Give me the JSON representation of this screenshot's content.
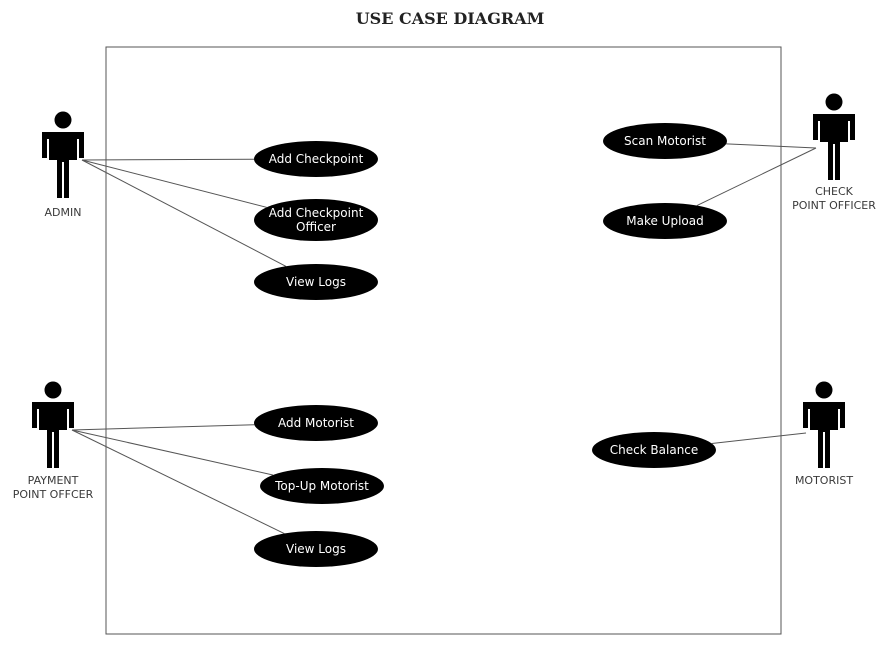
{
  "title": "USE CASE DIAGRAM",
  "colors": {
    "actor": "#000000",
    "use_case_fill": "#000000",
    "use_case_text": "#ffffff",
    "line": "#555555",
    "boundary": "#555555"
  },
  "actors": [
    {
      "id": "admin",
      "icon": "person-icon",
      "label_lines": [
        "ADMIN"
      ]
    },
    {
      "id": "payment",
      "icon": "person-icon",
      "label_lines": [
        "PAYMENT",
        "POINT OFFCER"
      ]
    },
    {
      "id": "checkpoint",
      "icon": "person-icon",
      "label_lines": [
        "CHECK",
        "POINT OFFICER"
      ]
    },
    {
      "id": "motorist",
      "icon": "person-icon",
      "label_lines": [
        "MOTORIST"
      ]
    }
  ],
  "use_cases": [
    {
      "id": "add-checkpoint",
      "lines": [
        "Add Checkpoint"
      ]
    },
    {
      "id": "add-checkpoint-officer",
      "lines": [
        "Add Checkpoint",
        "Officer"
      ]
    },
    {
      "id": "view-logs-admin",
      "lines": [
        "View Logs"
      ]
    },
    {
      "id": "add-motorist",
      "lines": [
        "Add Motorist"
      ]
    },
    {
      "id": "top-up-motorist",
      "lines": [
        "Top-Up Motorist"
      ]
    },
    {
      "id": "view-logs-payment",
      "lines": [
        "View Logs"
      ]
    },
    {
      "id": "scan-motorist",
      "lines": [
        "Scan Motorist"
      ]
    },
    {
      "id": "make-upload",
      "lines": [
        "Make Upload"
      ]
    },
    {
      "id": "check-balance",
      "lines": [
        "Check Balance"
      ]
    }
  ],
  "associations": [
    {
      "from": "admin",
      "to": "add-checkpoint"
    },
    {
      "from": "admin",
      "to": "add-checkpoint-officer"
    },
    {
      "from": "admin",
      "to": "view-logs-admin"
    },
    {
      "from": "payment",
      "to": "add-motorist"
    },
    {
      "from": "payment",
      "to": "top-up-motorist"
    },
    {
      "from": "payment",
      "to": "view-logs-payment"
    },
    {
      "from": "checkpoint",
      "to": "scan-motorist"
    },
    {
      "from": "checkpoint",
      "to": "make-upload"
    },
    {
      "from": "motorist",
      "to": "check-balance"
    }
  ]
}
